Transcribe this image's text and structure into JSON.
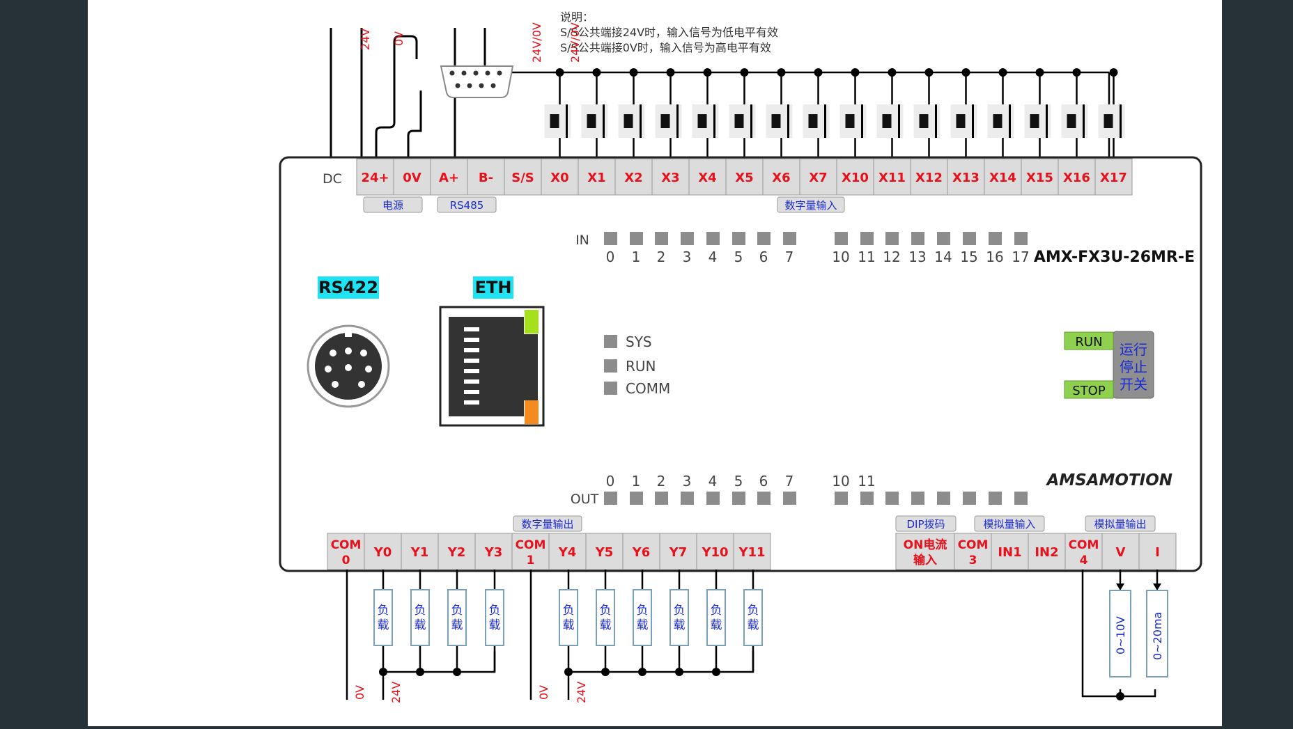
{
  "notes": {
    "title": "说明：",
    "line1": "S/S公共端接24V时，输入信号为低电平有效",
    "line2": "S/S公共端接0V时，输入信号为高电平有效"
  },
  "top_wire_labels": {
    "v24": "24V",
    "v0": "0V",
    "ss": "24V/0V",
    "x0": "24V/0V"
  },
  "top_terminals": {
    "dc_label": "DC",
    "power": [
      "24+",
      "0V"
    ],
    "rs485": [
      "A+",
      "B-"
    ],
    "ss": "S/S",
    "inputs": [
      "X0",
      "X1",
      "X2",
      "X3",
      "X4",
      "X5",
      "X6",
      "X7",
      "X10",
      "X11",
      "X12",
      "X13",
      "X14",
      "X15",
      "X16",
      "X17"
    ]
  },
  "group_labels": {
    "power": "电源",
    "rs485": "RS485",
    "digital_input": "数字量输入",
    "digital_output": "数字量输出",
    "dip": "DIP拨码",
    "analog_input": "模拟量输入",
    "analog_output": "模拟量输出"
  },
  "in_leds": {
    "label": "IN",
    "numbers": [
      "0",
      "1",
      "2",
      "3",
      "4",
      "5",
      "6",
      "7",
      "10",
      "11",
      "12",
      "13",
      "14",
      "15",
      "16",
      "17"
    ]
  },
  "out_leds": {
    "label": "OUT",
    "numbers": [
      "0",
      "1",
      "2",
      "3",
      "4",
      "5",
      "6",
      "7",
      "10",
      "11"
    ],
    "led_count": 16
  },
  "model": "AMX-FX3U-26MR-E",
  "brand": "AMSAMOTION",
  "ports": {
    "rs422": "RS422",
    "eth": "ETH"
  },
  "status_leds": [
    "SYS",
    "RUN",
    "COMM"
  ],
  "run_switch": {
    "run": "RUN",
    "stop": "STOP",
    "label_lines": [
      "运行",
      "停止",
      "开关"
    ]
  },
  "bottom_terminals": {
    "com0": [
      "COM",
      "0"
    ],
    "outputs_a": [
      "Y0",
      "Y1",
      "Y2",
      "Y3"
    ],
    "com1": [
      "COM",
      "1"
    ],
    "outputs_b": [
      "Y4",
      "Y5",
      "Y6",
      "Y7",
      "Y10",
      "Y11"
    ],
    "on_current": [
      "ON电流",
      "输入"
    ],
    "com3": [
      "COM",
      "3"
    ],
    "analog_in": [
      "IN1",
      "IN2"
    ],
    "com4": [
      "COM",
      "4"
    ],
    "analog_out": [
      "V",
      "I"
    ]
  },
  "load": {
    "line1": "负",
    "line2": "载"
  },
  "bottom_wire_labels": {
    "v0": "0V",
    "v24": "24V"
  },
  "analog_out_ranges": [
    "0~10V",
    "0~20ma"
  ],
  "colors": {
    "terminal_text": "#e8101a",
    "terminal_fill": "#dcdcdc",
    "group_text": "#1a2bd6",
    "cyan": "#1de3f2",
    "run_green": "#8fd14f",
    "eth_green": "#a4e11b",
    "eth_orange": "#f58a1f",
    "led_gray": "#8c8c8c"
  }
}
